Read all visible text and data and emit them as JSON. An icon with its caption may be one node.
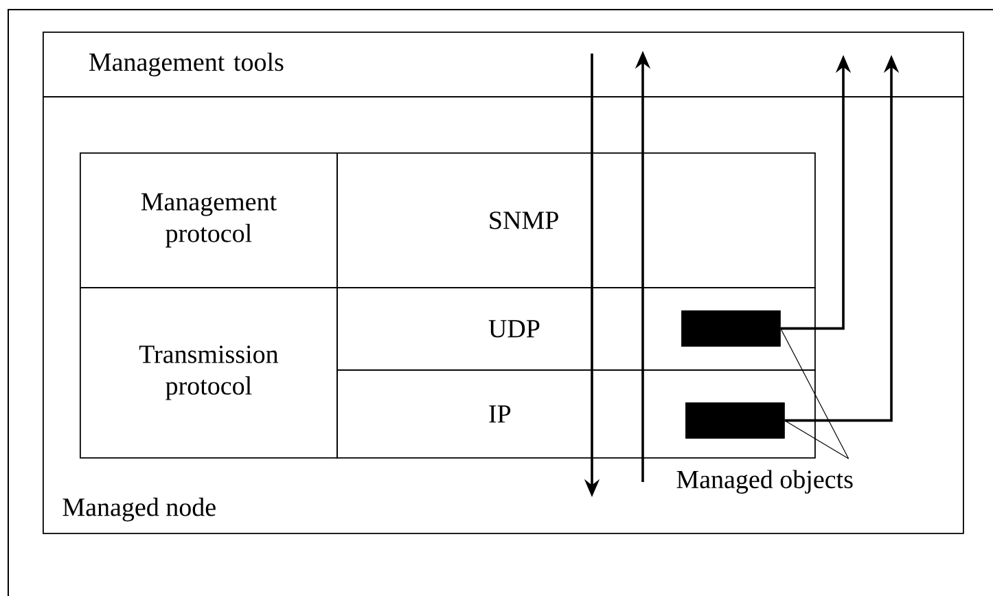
{
  "diagram": {
    "nodes": [
      {
        "text": [
          "Management tools"
        ]
      },
      {
        "text": [
          "Managed node"
        ]
      },
      {
        "text": [
          "Management protocol"
        ],
        "in": 1
      },
      {
        "text": [
          "SNMP"
        ],
        "in": 1
      },
      {
        "text": [
          "Transmission protocol"
        ],
        "in": 1
      },
      {
        "text": [
          "UDP"
        ],
        "in": 1
      },
      {
        "text": [
          "IP"
        ],
        "in": 1
      },
      {
        "text": [],
        "shape": "box",
        "in": 5
      },
      {
        "text": [],
        "shape": "box",
        "in": 6
      },
      {
        "text": [
          "Managed objects"
        ],
        "in": 1
      }
    ],
    "edges": [
      {
        "from": 0,
        "to": null,
        "arrow": "to"
      },
      {
        "from": null,
        "to": 0,
        "arrow": "to"
      },
      {
        "from": 7,
        "to": 0,
        "arrow": "to"
      },
      {
        "from": 8,
        "to": 0,
        "arrow": "to"
      },
      {
        "from": 9,
        "to": 7,
        "arrow": "none"
      },
      {
        "from": 9,
        "to": 8,
        "arrow": "none"
      }
    ]
  }
}
